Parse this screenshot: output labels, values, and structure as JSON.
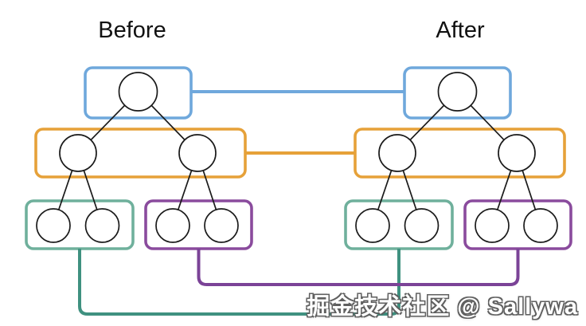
{
  "titles": {
    "before": "Before",
    "after": "After"
  },
  "watermark": "掘金技术社区 @ Sallywa",
  "colors": {
    "background": "#ffffff",
    "title_text": "#111111",
    "level0_box": "#6fa8dc",
    "level1_box": "#e6a139",
    "level2_left_box": "#6fb09c",
    "level2_right_box": "#8a4b9d",
    "connector_level0": "#6fa8dc",
    "connector_level1": "#e6a139",
    "connector_level2_left": "#3f9180",
    "connector_level2_right": "#7b4397",
    "node_stroke": "#1a1a1a",
    "edge_stroke": "#1a1a1a",
    "node_fill": "#ffffff",
    "watermark_fill": "#ffffff",
    "watermark_outline": "#5f5f5f"
  },
  "diagram": {
    "trees": [
      {
        "label": "Before",
        "root_nodes": 1,
        "level1_nodes": 2,
        "level2_nodes": 4
      },
      {
        "label": "After",
        "root_nodes": 1,
        "level1_nodes": 2,
        "level2_nodes": 4
      }
    ],
    "links": [
      {
        "name": "root-boxes-link",
        "color_key": "connector_level0"
      },
      {
        "name": "level1-boxes-link",
        "color_key": "connector_level1"
      },
      {
        "name": "left-leaf-boxes-link",
        "color_key": "connector_level2_left"
      },
      {
        "name": "right-leaf-boxes-link",
        "color_key": "connector_level2_right"
      }
    ]
  }
}
